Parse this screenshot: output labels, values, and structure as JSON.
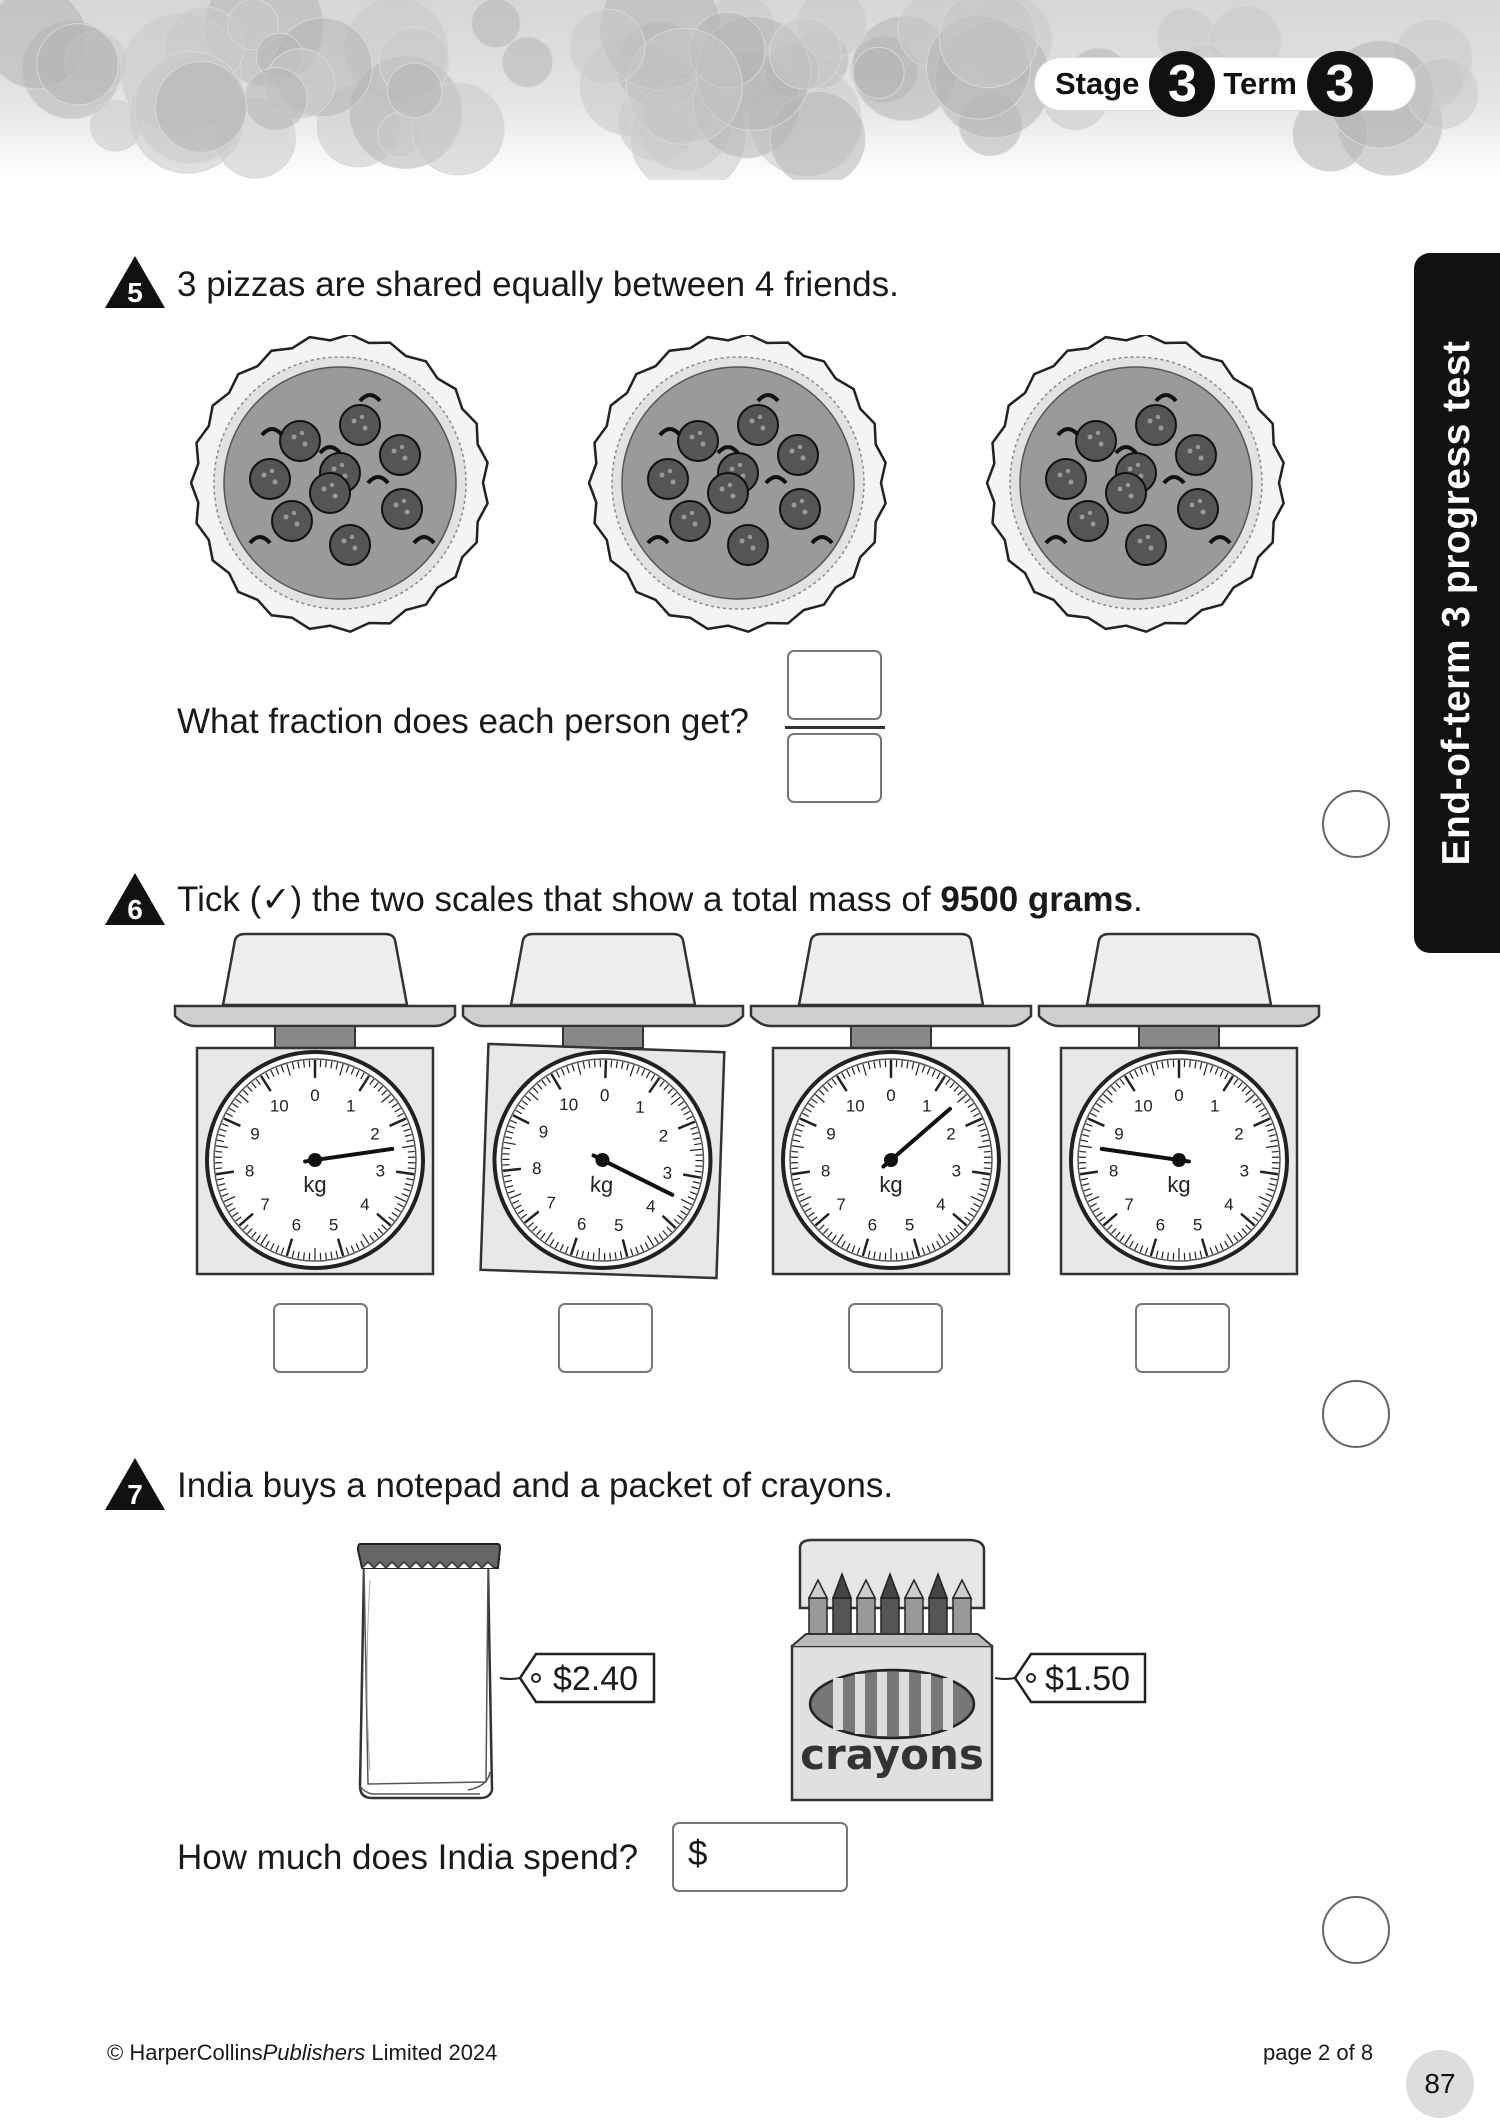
{
  "header": {
    "stage_label": "Stage",
    "stage_number": "3",
    "term_label": "Term",
    "term_number": "3"
  },
  "side_tab": {
    "text": "End-of-term 3 progress test"
  },
  "questions": {
    "q5": {
      "number": "5",
      "text": "3 pizzas are shared equally between 4 friends.",
      "prompt": "What fraction does each person get?"
    },
    "q6": {
      "number": "6",
      "text_before": "Tick (✓) the two scales that show a total mass of ",
      "text_bold": "9500 grams",
      "text_after": ".",
      "scale_unit": "kg",
      "dial_numbers": [
        "0",
        "1",
        "2",
        "3",
        "4",
        "5",
        "6",
        "7",
        "8",
        "9",
        "10"
      ],
      "scale_readings_kg": [
        2.5,
        3.5,
        1.5,
        8.5
      ]
    },
    "q7": {
      "number": "7",
      "text": "India buys a notepad and a packet of crayons.",
      "notepad_price": "$2.40",
      "crayons_price": "$1.50",
      "crayons_label": "crayons",
      "prompt": "How much does India spend?",
      "currency": "$"
    }
  },
  "footer": {
    "copyright_prefix": "© HarperCollins",
    "copyright_italic": "Publishers",
    "copyright_suffix": " Limited 2024",
    "page_of": "page 2 of 8",
    "page_number": "87"
  }
}
